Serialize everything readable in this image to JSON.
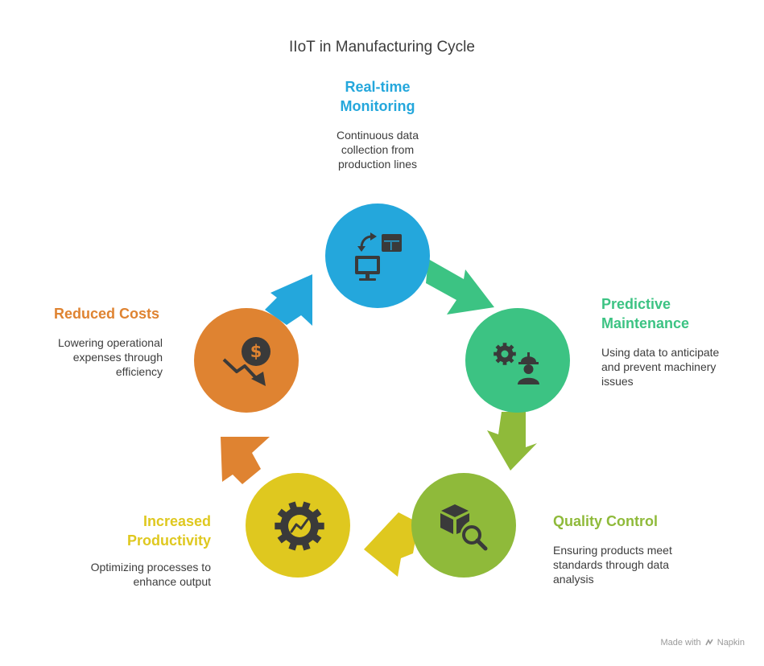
{
  "title": "IIoT in Manufacturing Cycle",
  "colors": {
    "monitoring": "#24a7dc",
    "maintenance": "#3cc383",
    "quality": "#8fba3a",
    "productivity": "#dfc81f",
    "costs": "#df8331",
    "icon": "#3a3a3a"
  },
  "stages": [
    {
      "title_lines": [
        "Real-time",
        "Monitoring"
      ],
      "desc_lines": [
        "Continuous data",
        "collection from",
        "production lines"
      ],
      "icon": "monitor-dashboard-icon"
    },
    {
      "title_lines": [
        "Predictive",
        "Maintenance"
      ],
      "desc_lines": [
        "Using data to anticipate",
        "and prevent machinery",
        "issues"
      ],
      "icon": "gear-worker-icon"
    },
    {
      "title_lines": [
        "Quality Control"
      ],
      "desc_lines": [
        "Ensuring products meet",
        "standards through data",
        "analysis"
      ],
      "icon": "box-magnifier-icon"
    },
    {
      "title_lines": [
        "Increased",
        "Productivity"
      ],
      "desc_lines": [
        "Optimizing processes to",
        "enhance output"
      ],
      "icon": "gear-trend-icon"
    },
    {
      "title_lines": [
        "Reduced Costs"
      ],
      "desc_lines": [
        "Lowering operational",
        "expenses through",
        "efficiency"
      ],
      "icon": "dollar-down-trend-icon"
    }
  ],
  "footer": {
    "made_with": "Made with",
    "brand": "Napkin"
  }
}
